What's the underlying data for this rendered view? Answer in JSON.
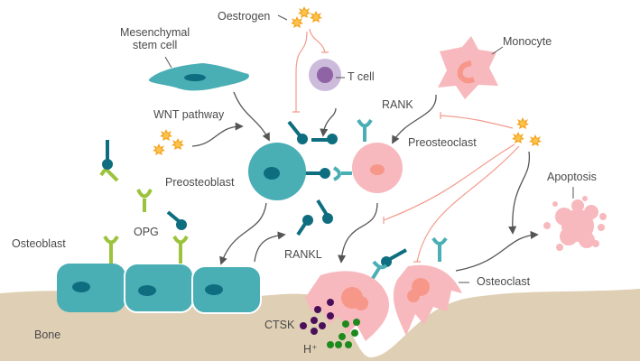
{
  "labels": {
    "oestrogen": "Oestrogen",
    "msc_line1": "Mesenchymal",
    "msc_line2": "stem cell",
    "t_cell": "T cell",
    "monocyte": "Monocyte",
    "rank": "RANK",
    "preosteoclast": "Preosteoclast",
    "wnt": "WNT pathway",
    "preosteoblast": "Preosteoblast",
    "apoptosis": "Apoptosis",
    "osteoblast": "Osteoblast",
    "opg": "OPG",
    "rankl": "RANKL",
    "osteoclast": "Osteoclast",
    "ctsk": "CTSK",
    "h_plus": "H⁺",
    "bone": "Bone"
  },
  "colors": {
    "teal": "#4aaeb5",
    "dark_teal": "#0e6e80",
    "pink": "#f7b9bd",
    "salmon": "#f7978a",
    "lime": "#9bc33c",
    "bone": "#dfcfb4",
    "star": "#f5a623",
    "ctsk": "#4b0f5a",
    "h_plus": "#1e8a1e",
    "tcell_outer": "#cdbbdb",
    "tcell_inner": "#8e64a5"
  }
}
